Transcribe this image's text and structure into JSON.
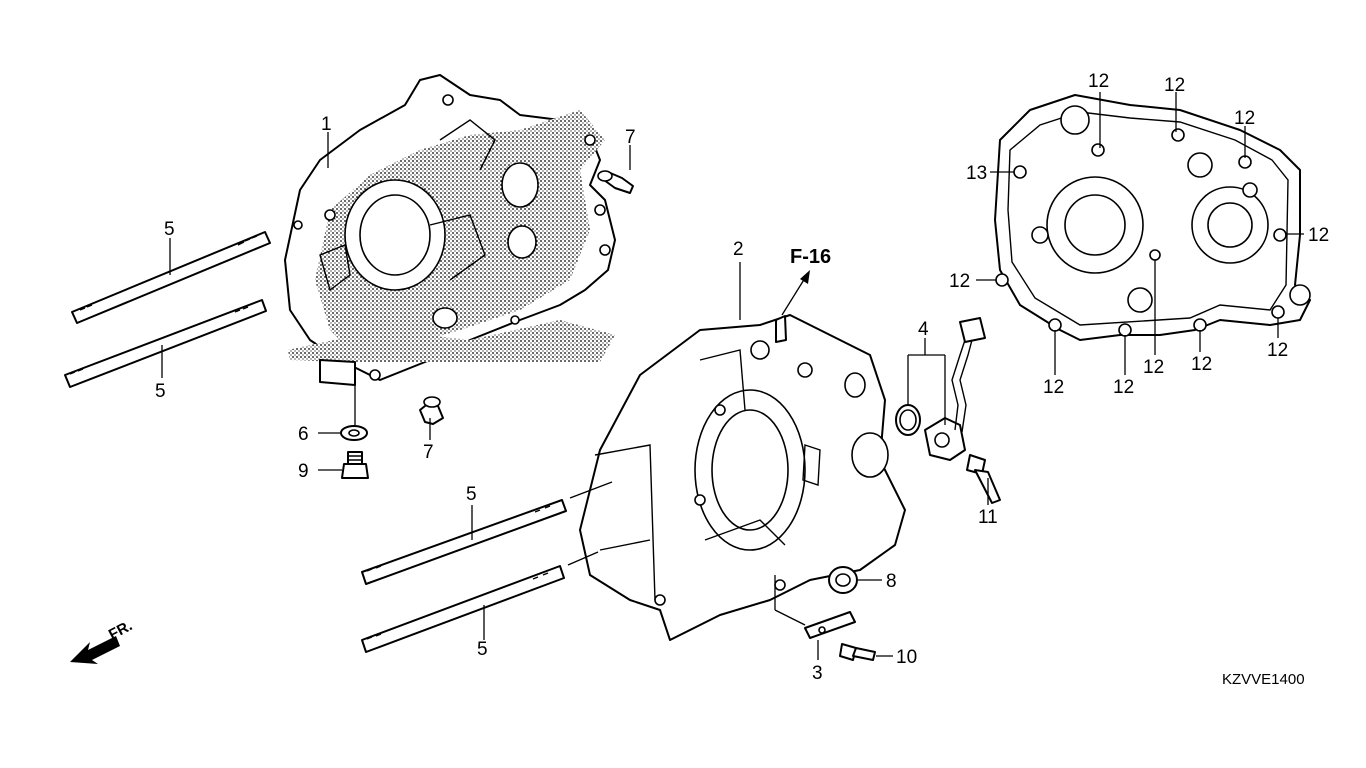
{
  "reference": "F-16",
  "diagram_code": "KZVVE1400",
  "front_indicator": "FR.",
  "icons": {
    "front_arrow": "arrow-down-left-icon"
  },
  "callouts": {
    "c1": "1",
    "c2": "2",
    "c3": "3",
    "c4": "4",
    "c5a": "5",
    "c5b": "5",
    "c5c": "5",
    "c5d": "5",
    "c6": "6",
    "c7a": "7",
    "c7b": "7",
    "c8": "8",
    "c9": "9",
    "c10": "10",
    "c11": "11",
    "c12a": "12",
    "c12b": "12",
    "c12c": "12",
    "c12d": "12",
    "c12e": "12",
    "c12f": "12",
    "c12g": "12",
    "c12h": "12",
    "c12i": "12",
    "c12j": "12",
    "c13": "13"
  }
}
